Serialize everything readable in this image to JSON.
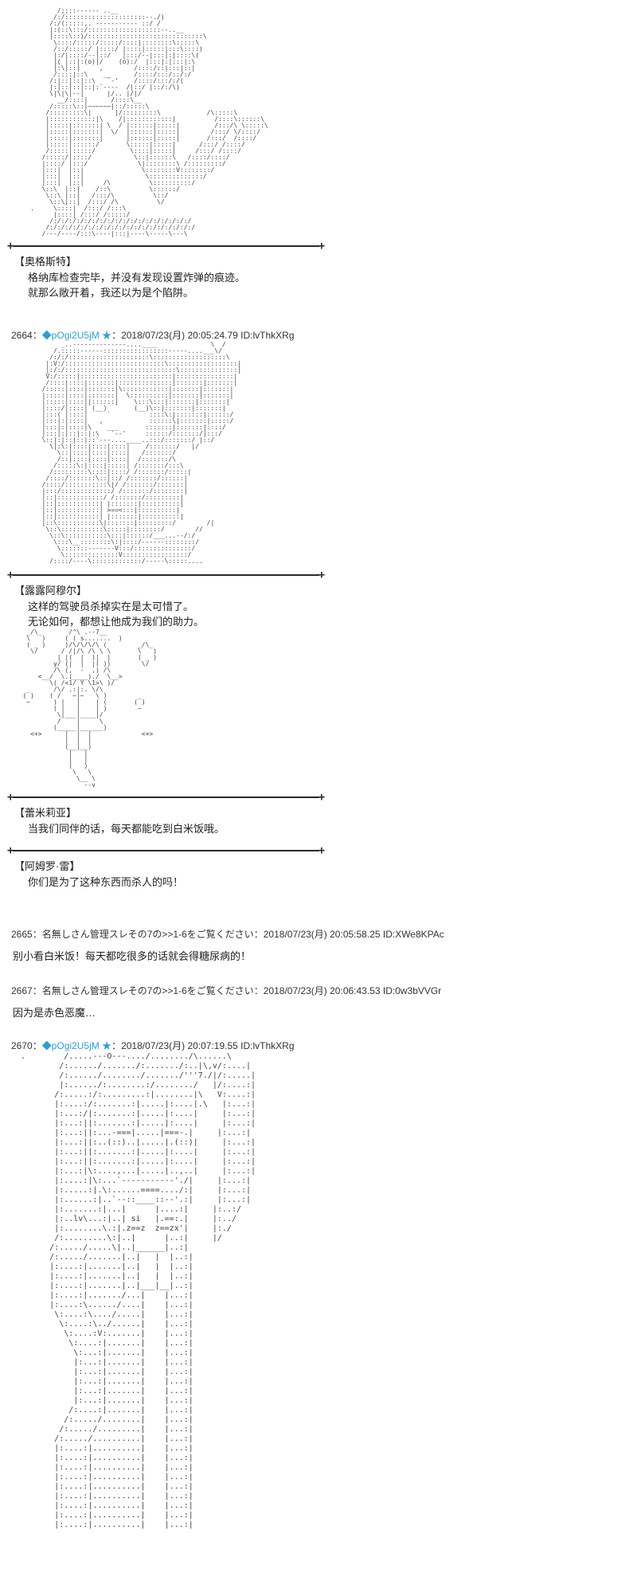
{
  "colors": {
    "name_link": "#2ba0d8",
    "text": "#2b2b2b",
    "aa": "#3f3f3f",
    "separator": "#2a2a2a",
    "background": "#ffffff"
  },
  "aa_blocks": {
    "augusto": {
      "art": [
        "            /;;::------ ..__",
        "           /:/:::::::::::::::::::::--./)",
        "          /:/(:::::,. ----------- ::/ /",
        "          |:(::\\:::/:::::::::::::::::::--..__",
        "          |::::\\::)/::::::::::::::::::::::::::::::\\",
        "           \\::::/:::::/:::::/::::|::::::::\\:::::\\",
        "           /::/:::::/ |::::/ |::::|:::::|:::\\::::)",
        "           |:/|::::/--|::/   |:::/--|:::|:|::::\\(",
        "           |( |::|:(o)|/    (o):/  |:::|:|:::|:\\",
        "           |:\\|::|     ,        /::::/::|:::|::|",
        "           /::::|::\\    __      /::::/:::/::/:/",
        "          /:|::|::|::\\   `-'    /::::/:::/:/(",
        "          |:|::|::|::|:`----  /|::/ |::/:/\\)",
        "          \\|\\|\\|--|      |/.. |/|/",
        "            __/::::|      /::::\\__",
        "          /:::::\\::|~~~~~~|::/:::::\\",
        "         /:::::::::\\|      |/:::::::::\\            /\\:::::\\",
        "         |::::::::::::|\\    /|::::::::::::|          /::::\\::::::\\",
        "         |:::::|:::::::| \\  / |::::::|:::::|         /:::/\\ \\:::::\\",
        "         |:::::|:::::::|  \\/  |::::::|:::::|        /:::/ \\/::::/",
        "         |:::::|:::::::|      |::::::|:::::|       /:::/  /::::/",
        "         |:::::|::::::/       \\:::::|:::::|      /:::/ /::::/",
        "         /:::::|:::::/         \\::::|:::::|     /:::/ /::::/",
        "        /:::::/|::::/           \\::|::::::\\   /::::/::::/",
        "        |::::/ |:::/             \\|::::::::\\ /:::::::::/",
        "        |:::|  |::|               \\::::::::V::::::::/",
        "        |:::|  |::|                \\::::::::::::::/",
        "        |:::|  |::|     /\\          \\::::::::::/",
        "        \\::\\  |::|    /::\\          \\::::::/",
        "         \\::\\ |::|   /:::/\\          \\::/",
        "          \\::\\|::|  /:::/ /\\          \\/",
        "     .     \\::::|  /:::/ /:::\\",
        "           |::::| /:::/ /:::::/",
        "          /:/:/:/:/:/:/:/:/:/:/:/:/:/:/:/:/:/:/",
        "         /:/:/:/:/:/:/:/:/:/:/:/:/:/:/:/:/:/:/:/",
        "        /---/----/:::\\----|:::|----\\-----\\---\\"
      ]
    },
    "lulu": {
      "art": [
        "             _..--------------....____              \\  /",
        "           /.:::::------:::::::::::::::::-----....___\\/",
        "          /:/:/:::::::::::::::::::::\\:::::::::::::::::::\\",
        "         |:V:/::::::::::::::::::::::::::\\::::::::::::::::::|",
        "         |:/:/:::::::::::::::::::::::::::::\\:::::::::::::::|",
        "         V:/:::::|::::::::::::::::::::::::|:::::::::::::::|",
        "         /::::|::::|:::::::|::::::::::::::|:::::::|:::::::|",
        "        /:::::|::::|:::::::|\\::::::::::::|:::::::|:::::::|",
        "        |:::::|::::|:::::::|  \\::::::::::|:::::::|:::::::|",
        "        |:::::|::::||::::::|    \\:::\\:::|:::::::|:::::::|",
        "        |::::/|::::| (__)       (__)\\::|:::::::|:::::::|",
        "        |:::( |::::|     `          ::::\\:|:::::::|::::::/",
        "        |:::|:|::::|   ,            ::::::\\|:::::::|:::::/",
        "        |:::|:|::::|\\    ___       :::::::|:::::::|::::/",
        "        |:::|:|::|::|:\\   `--'     ::::::/:::::::/|:::/",
        "        \\::|:|::|::|::`---....____..:::/:::::::/ |::/",
        "          \\|:\\:|::::|::::|::::|    /:::::::/   |/",
        "            \\::|::::|::::|::::|   /:::::::/",
        "            /::|::::|::::|::::|  /:::::::/\\",
        "           /:::::\\:|::::|:::::| /:::::::/:::\\",
        "          /:::::::::\\::::|::::/ /:::::::/:::::|",
        "         /::::/:::::::\\::|::/ /:::::::/::::::|",
        "        /::::/:::::::::::\\|/ /:::::::/:::::::|",
        "        |:::/:::::::::::::/ /:::::::/::::::::|",
        "        |::|::::::::::::/ /:::::::/:::::::::|",
        "        |::|:::::::::::| |:::::::|::::::::::|",
        "        |::|:::::::::::| >==<:::|::::::::::|",
        "        |::|:::::::::::| |:::::::|::::::::::|",
        "        |::\\:::::::::::\\|:::::::|:::::::::/        /|",
        "         \\::\\:::::::::::\\:::::|::::::::/        //",
        "          \\::\\:::::::::::\\:::|::::::/___...--/:/",
        "           \\:::\\__::::::::\\:|::::/------::::::::/",
        "            \\:::::::-------V:::/:::::::::::::::/",
        "             \\::::::::::::::V:::::::::::::::::/",
        "          /::::/----\\:::::::::::::/-----\\:::::...."
      ]
    },
    "remilia": {
      "art": [
        "    _/\\_       /^\\ .--7__",
        "    \\   )     ( ( s.......  )",
        "    ( _ )     )/\\/\\/\\/\\ (        _/\\_",
        "     \\/      / /|/\\ /\\ \\ \\       \\   )",
        "            | |(  |  )|  |       ( _ )",
        "           y/ (|  |  |( ))        \\/",
        "           /\\ (,  -  ,) /\\",
        "       <__/  \\.(____)./  \\__>",
        "          \\( /<1/ Y \\1>\\ )/",
        "    _      /\\/ .:|:. \\/\\",
        "   ( )    ( /   ~|~   \\ )        _",
        "    ~      ) |   |    | (       ( )",
        "           ( |   |    | )        ~",
        "            \\|___|____|/",
        "            /    |     \\",
        "           (_____|______)",
        "     <+>      |  |  |             <+>",
        "              |  |  |",
        "              (__|__)",
        "               |   |",
        "               |   |",
        "               (   )",
        "                \\   \\",
        "                 \\__ \\",
        "                   --v"
      ]
    },
    "bottom": {
      "art": [
        "  .        /.....---O---..../......../\\......\\",
        "          /:....../......./:......./:..|\\,v/:....|",
        "          /:....../......../......./'''7./|/:.....|",
        "          |:....../:........:/......../   |/:....:|",
        "         /:.....:/:.........:|........|\\   V:....:|",
        "         |:....:/:.......:|.....|:....|.\\   |:...:|",
        "         |:...:/|:.......:|.....|:....|     |:...:|",
        "         |:...:||:.......:|.....|:....|     |:...:|",
        "         |:...:||:...-===|.....|===-.|     |:...:|",
        "         |:...:||:..(::)..|.....|.(::)|     |:...:|",
        "         |:...:||:.......:|.....|:....|     |:...:|",
        "         |:...:||:.......:|.....|:....|     |:...:|",
        "         |:...:|\\:....,...|.....|..,..|     |:...:|",
        "         |:....:|\\:...`-----------'./|     |:...:|",
        "         |:.....:|.\\:......====..../:|     |:...:|",
        "         |:......:|..`--::____::--'.:|     |:...:|",
        "         |:.......:|...|      |....:|     |:..:/",
        "         |:..lv\\...:|..| si   |.==:.|     |:../",
        "         |:........\\.:|.z==z  z==zx'|     |:./",
        "         /:.........\\:|..|      |..:|     |/",
        "        /:...../.....\\|..|______|..:|",
        "        /:...../.......|..|   |  |..:|",
        "        |:....:|.......|..|   |  |..:|",
        "        |:....:|.......|..|   |  |..:|",
        "        |:....:|.......|..|___|__|..:|",
        "        |:....:|......./...|    |...:|",
        "        |:....:\\....../....|    |...:|",
        "         \\:....:\\..../.....|    |...:|",
        "          \\:....:\\../......|    |...:|",
        "           \\:....:V:.......|    |...:|",
        "            \\:....:|.......|    |...:|",
        "             \\:...:|.......|    |...:|",
        "             |:...:|.......|    |...:|",
        "             |:...:|.......|    |...:|",
        "             |:...:|.......|    |...:|",
        "             |:...:|.......|    |...:|",
        "             |:...:|.......|    |...:|",
        "            /:....:|.......|    |...:|",
        "           /:...../........|    |...:|",
        "          /:...../.........|    |...:|",
        "         /:...../..........|    |...:|",
        "         |:....:|..........|    |...:|",
        "         |:....:|..........|    |...:|",
        "         |:....:|..........|    |...:|",
        "         |:....:|..........|    |...:|",
        "         |:....:|..........|    |...:|",
        "         |:....:|..........|    |...:|",
        "         |:....:|..........|    |...:|",
        "         |:....:|..........|    |...:|",
        "         |:....:|..........|    |...:|"
      ]
    }
  },
  "dialogues": {
    "augusto": {
      "speaker": "【奥格斯特】",
      "lines": [
        "格纳库检查完毕，并没有发现设置炸弹的痕迹。",
        "就那么敞开着，我还以为是个陷阱。"
      ]
    },
    "lulu": {
      "speaker": "【露露阿穆尔】",
      "lines": [
        "这样的驾驶员杀掉实在是太可惜了。",
        "无论如何，都想让他成为我们的助力。"
      ]
    },
    "remilia": {
      "speaker": "【蕾米莉亚】",
      "lines": [
        "当我们同伴的话，每天都能吃到白米饭哦。"
      ]
    },
    "amuro": {
      "speaker": "【阿姆罗·雷】",
      "lines": [
        "你们是为了这种东西而杀人的吗！"
      ]
    }
  },
  "posts": {
    "p2664": {
      "number": "2664：",
      "name": "◆pOgi2U5jM ★",
      "meta": "：2018/07/23(月) 20:05:24.79 ID:lvThkXRg"
    },
    "p2665": {
      "number": "2665：",
      "name": "名無しさん管理スレその7の>>1-6をご覧ください",
      "meta": "：2018/07/23(月) 20:05:58.25 ID:XWe8KPAc",
      "body": "别小看白米饭！每天都吃很多的话就会得糖尿病的！"
    },
    "p2667": {
      "number": "2667：",
      "name": "名無しさん管理スレその7の>>1-6をご覧ください",
      "meta": "：2018/07/23(月) 20:06:43.53 ID:0w3bVVGr",
      "body": "因为是赤色恶魔…"
    },
    "p2670": {
      "number": "2670：",
      "name": "◆pOgi2U5jM ★",
      "meta": "：2018/07/23(月) 20:07:19.55 ID:lvThkXRg"
    }
  }
}
